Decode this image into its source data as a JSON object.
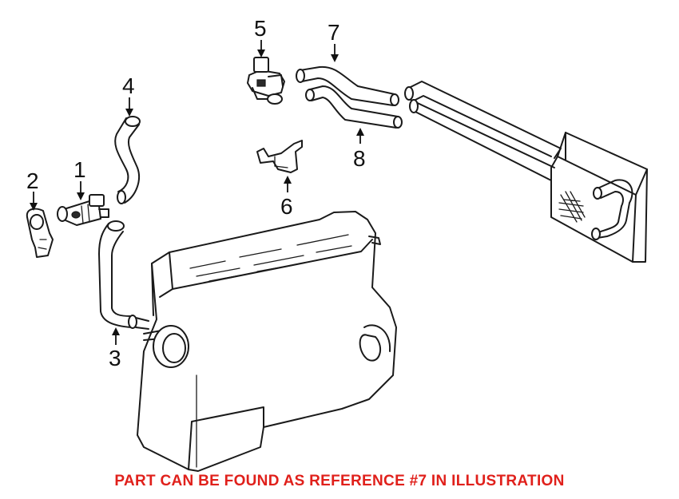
{
  "callouts": [
    "1",
    "2",
    "3",
    "4",
    "5",
    "6",
    "7",
    "8"
  ],
  "footer_note": "PART CAN BE FOUND AS REFERENCE #7 IN ILLUSTRATION",
  "colors": {
    "footer_note": "#e0201b",
    "line_art": "#1a1a1a"
  }
}
